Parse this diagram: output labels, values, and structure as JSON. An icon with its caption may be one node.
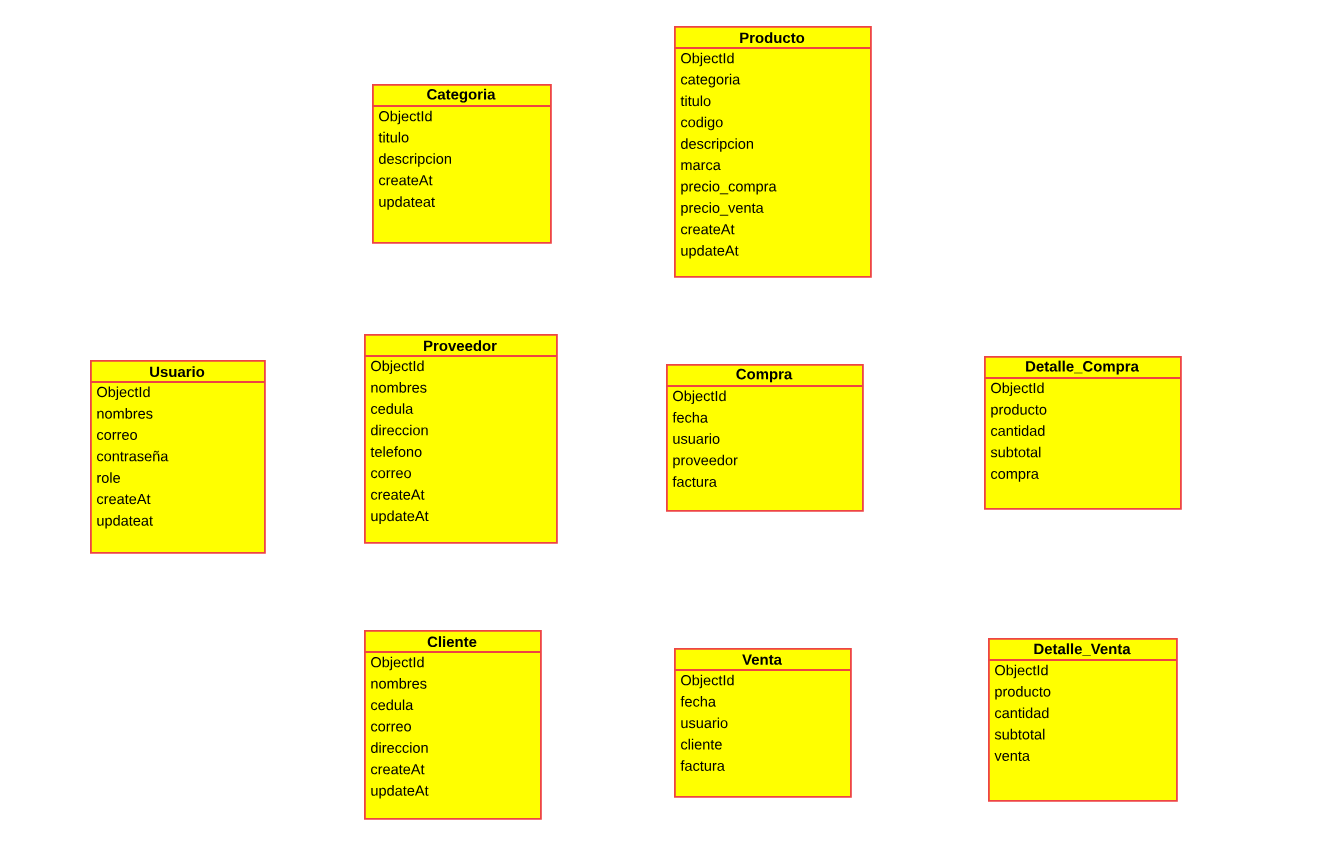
{
  "diagram": {
    "nodes": [
      {
        "text": [
          "Producto",
          "ObjectId",
          "categoria",
          "titulo",
          "codigo",
          "descripcion",
          "marca",
          "precio_compra",
          "precio_venta",
          "createAt",
          "updateAt"
        ]
      },
      {
        "text": [
          "Categoria",
          "ObjectId",
          "titulo",
          "descripcion",
          "createAt",
          "updateat"
        ]
      },
      {
        "text": [
          "Usuario",
          "ObjectId",
          "nombres",
          "correo",
          "contraseña",
          "role",
          "createAt",
          "updateat"
        ]
      },
      {
        "text": [
          "Proveedor",
          "ObjectId",
          "nombres",
          "cedula",
          "direccion",
          "telefono",
          "correo",
          "createAt",
          "updateAt"
        ]
      },
      {
        "text": [
          "Compra",
          "ObjectId",
          "fecha",
          "usuario",
          "proveedor",
          "factura"
        ]
      },
      {
        "text": [
          "Detalle_Compra",
          "ObjectId",
          "producto",
          "cantidad",
          "subtotal",
          "compra"
        ]
      },
      {
        "text": [
          "Cliente",
          "ObjectId",
          "nombres",
          "cedula",
          "correo",
          "direccion",
          "createAt",
          "updateAt"
        ]
      },
      {
        "text": [
          "Venta",
          "ObjectId",
          "fecha",
          "usuario",
          "cliente",
          "factura"
        ]
      },
      {
        "text": [
          "Detalle_Venta",
          "ObjectId",
          "producto",
          "cantidad",
          "subtotal",
          "venta"
        ]
      }
    ]
  }
}
